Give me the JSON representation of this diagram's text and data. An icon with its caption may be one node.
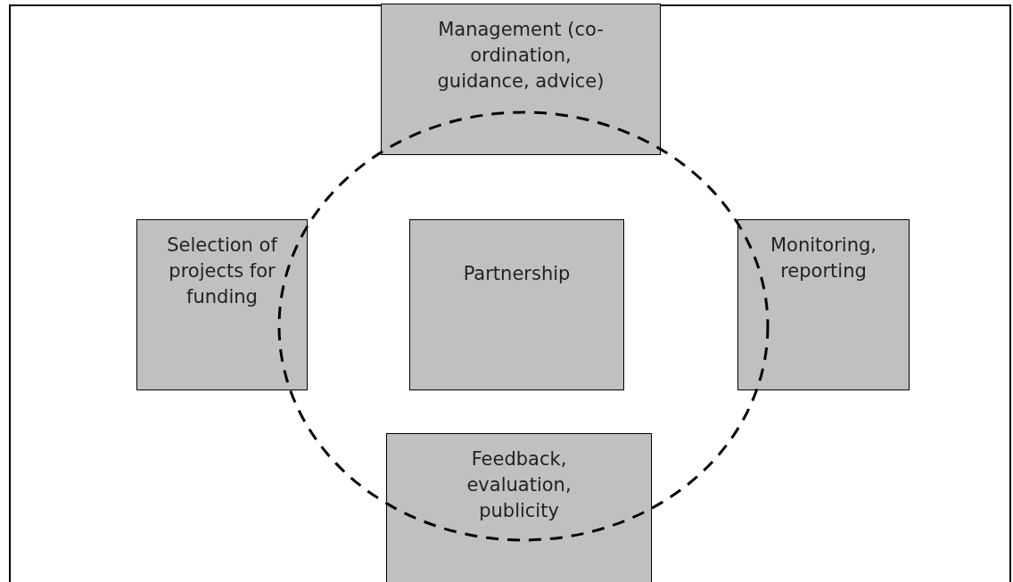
{
  "diagram": {
    "nodes": [
      {
        "text": [
          "Management (co-ordination, guidance, advice)"
        ]
      },
      {
        "text": [
          "Selection of projects for funding"
        ]
      },
      {
        "text": [
          "Partnership"
        ]
      },
      {
        "text": [
          "Monitoring, reporting"
        ]
      },
      {
        "text": [
          "Feedback, evaluation, publicity"
        ]
      }
    ]
  }
}
